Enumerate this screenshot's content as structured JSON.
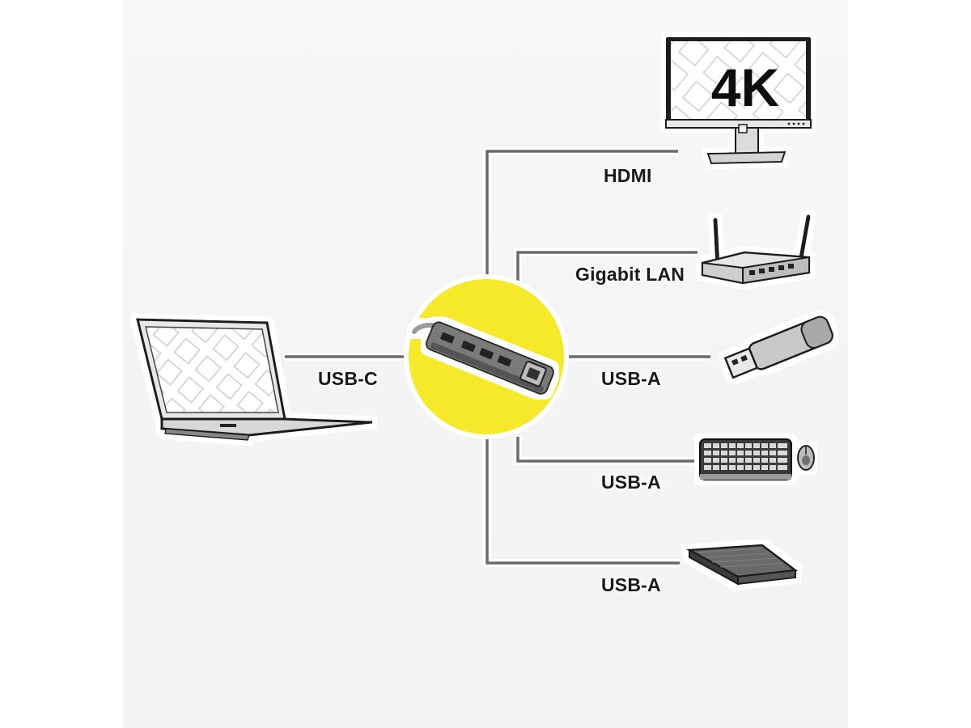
{
  "monitor": {
    "badge": "4K"
  },
  "labels": {
    "laptop_port": "USB-C",
    "hdmi": "HDMI",
    "lan": "Gigabit LAN",
    "usb_a_1": "USB-A",
    "usb_a_2": "USB-A",
    "usb_a_3": "USB-A"
  },
  "colors": {
    "accent": "#f5e92a",
    "line": "#6b6b6b",
    "background": "#f4f4f4",
    "text": "#1a1a1a"
  }
}
